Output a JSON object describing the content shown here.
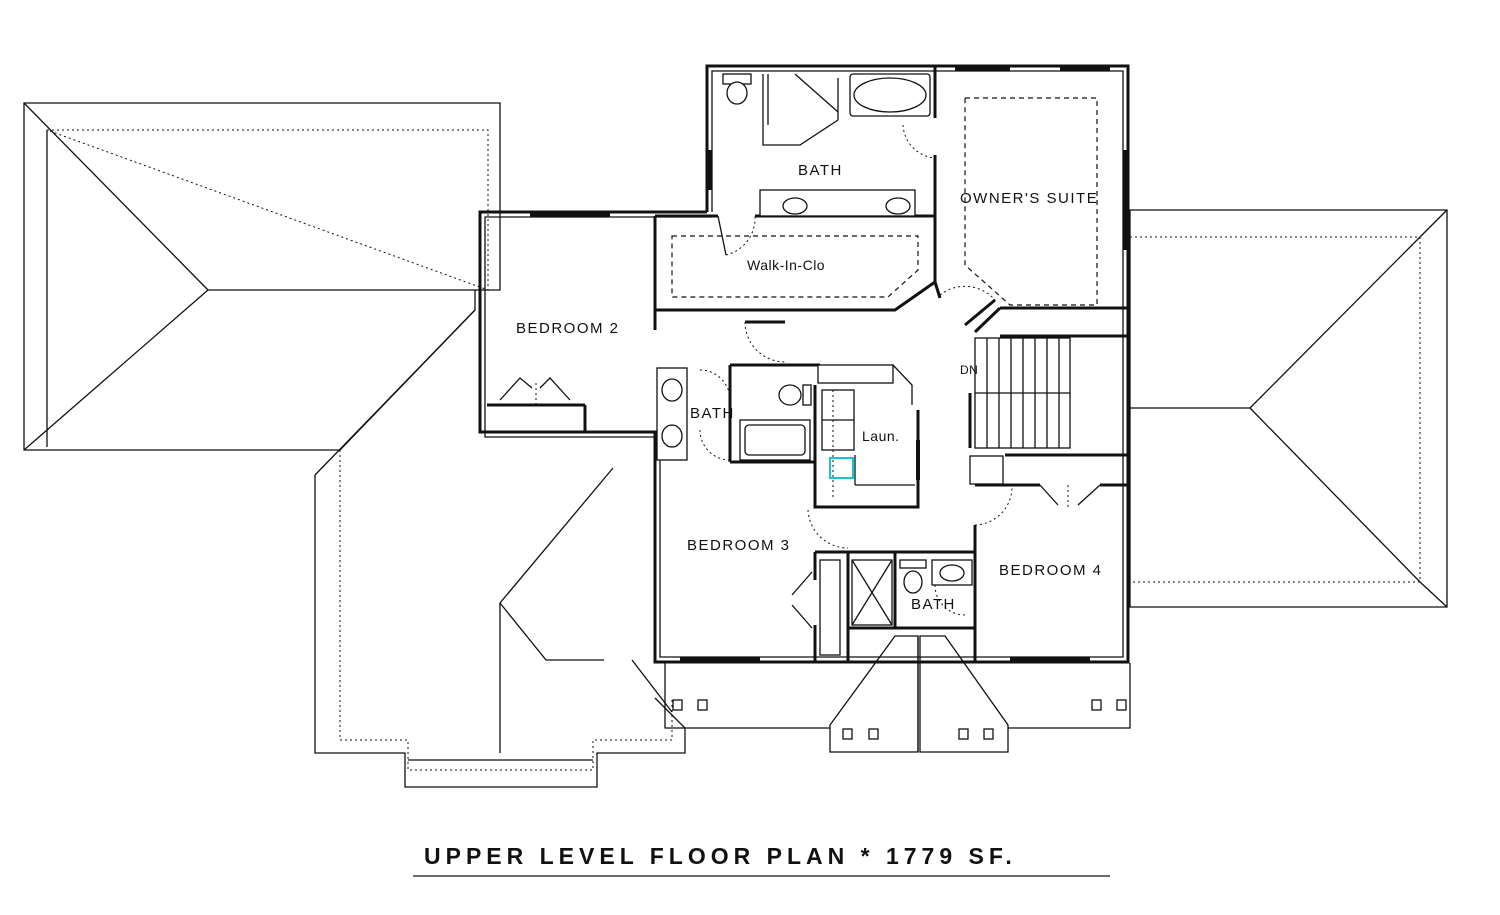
{
  "rooms": {
    "owners_suite": "OWNER'S SUITE",
    "master_bath": "BATH",
    "walk_in_closet": "Walk-In-Clo",
    "bedroom_2": "BEDROOM 2",
    "hall_bath": "BATH",
    "laundry": "Laun.",
    "bedroom_3": "BEDROOM 3",
    "bedroom_4": "BEDROOM 4",
    "jack_bath": "BATH",
    "stair_dn": "DN"
  },
  "title": {
    "text": "UPPER LEVEL FLOOR PLAN *  1779 SF."
  },
  "colors": {
    "line": "#111111",
    "highlight": "#19c3d6"
  }
}
